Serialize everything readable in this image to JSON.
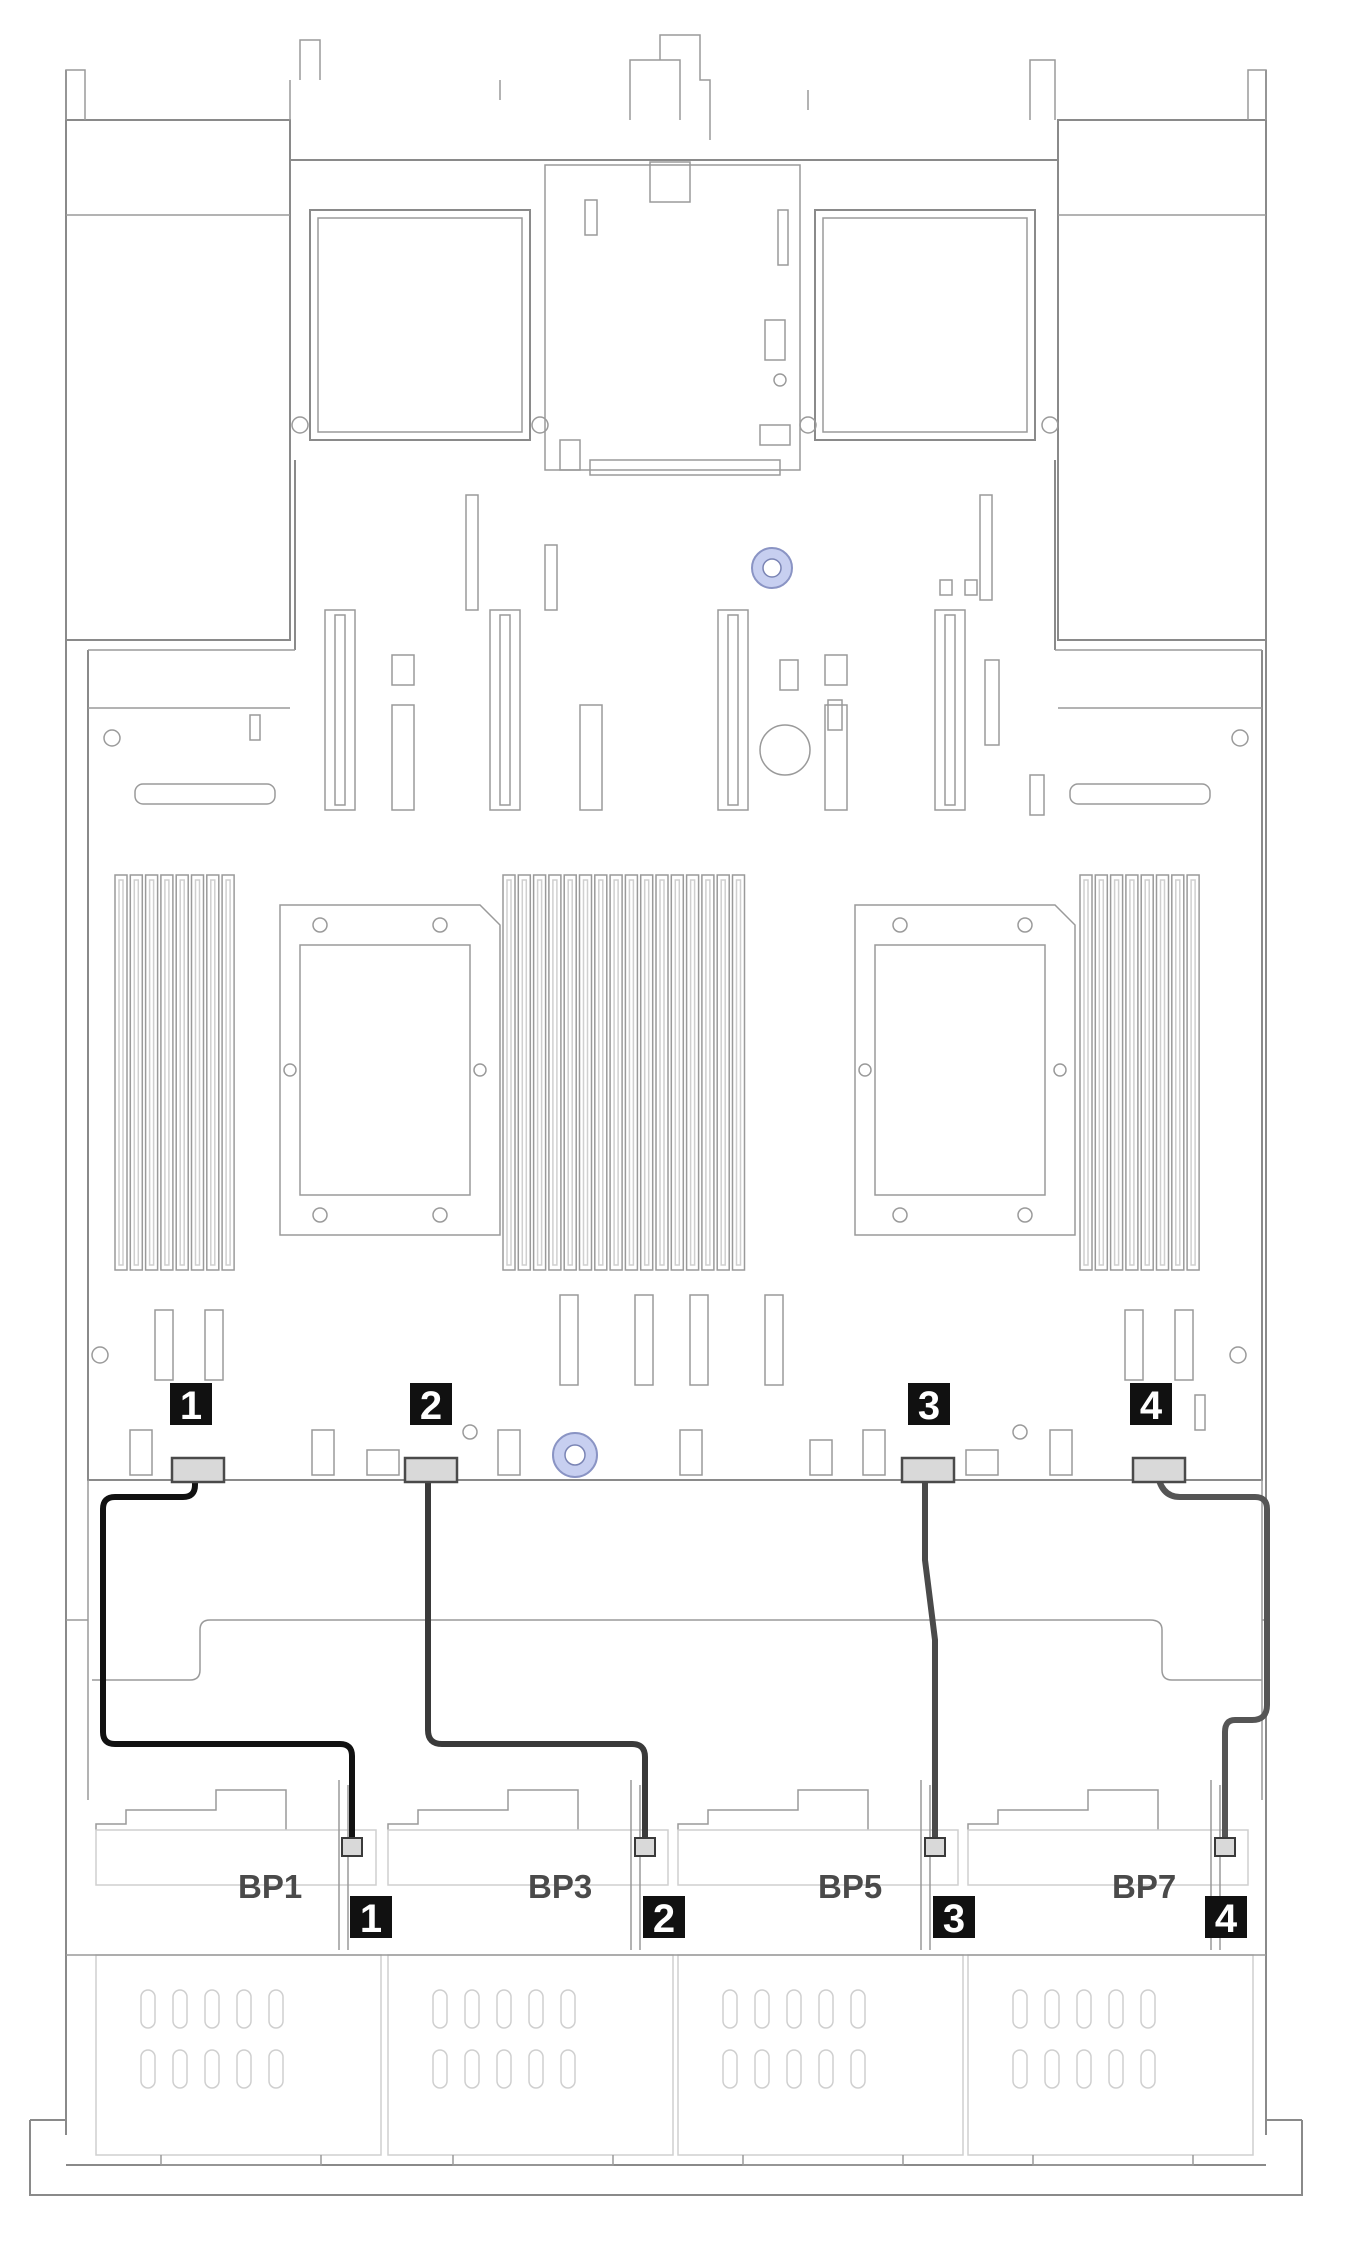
{
  "connections": [
    {
      "id": 1,
      "badge": "1",
      "backplane": "BP1",
      "cable_color": "#111111"
    },
    {
      "id": 2,
      "badge": "2",
      "backplane": "BP3",
      "cable_color": "#3a3a3a"
    },
    {
      "id": 3,
      "badge": "3",
      "backplane": "BP5",
      "cable_color": "#4a4a4a"
    },
    {
      "id": 4,
      "badge": "4",
      "backplane": "BP7",
      "cable_color": "#555555"
    }
  ],
  "colors": {
    "outline": "#8a8a8a",
    "badge": "#111111",
    "screw_accent": "#b8c2e6"
  }
}
